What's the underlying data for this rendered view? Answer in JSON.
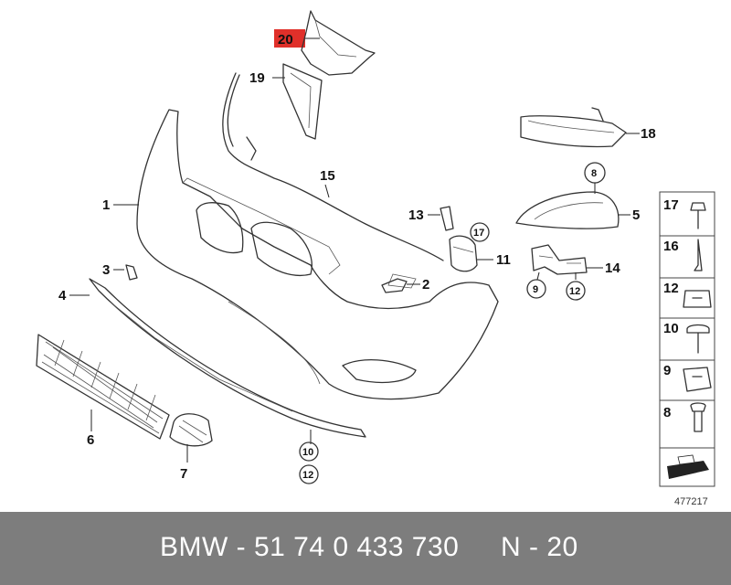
{
  "diagram": {
    "callouts": {
      "p1": "1",
      "p2": "2",
      "p3": "3",
      "p4": "4",
      "p5": "5",
      "p6": "6",
      "p7": "7",
      "p8": "8",
      "p9": "9",
      "p10": "10",
      "p11": "11",
      "p12": "12",
      "p13": "13",
      "p14": "14",
      "p15": "15",
      "p16": "16",
      "p17": "17",
      "p18": "18",
      "p19": "19",
      "p20": "20"
    },
    "highlight_color": "#e0302a",
    "sidebar": {
      "items": [
        {
          "label": "17"
        },
        {
          "label": "16"
        },
        {
          "label": "12"
        },
        {
          "label": "10"
        },
        {
          "label": "9"
        },
        {
          "label": "8"
        }
      ]
    },
    "drawing_number": "477217"
  },
  "footer": {
    "title": "BMW - 51 74 0 433 730",
    "part_number": "N - 20"
  }
}
